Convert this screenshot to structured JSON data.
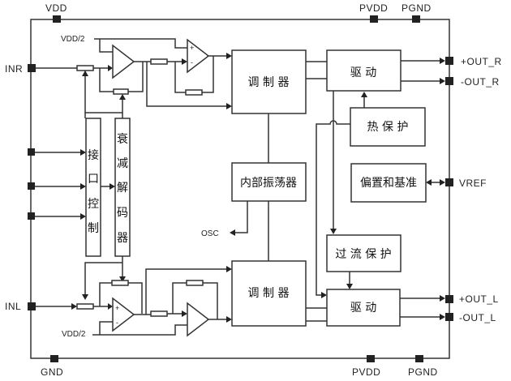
{
  "diagram": {
    "title": "Class-D stereo audio amplifier block diagram",
    "pins": {
      "vdd_top": "VDD",
      "pvdd_top": "PVDD",
      "pgnd_top": "PGND",
      "inr": "INR",
      "inl": "INL",
      "gnd": "GND",
      "pvdd_bottom": "PVDD",
      "pgnd_bottom": "PGND",
      "out_r_pos": "+OUT_R",
      "out_r_neg": "-OUT_R",
      "out_l_pos": "+OUT_L",
      "out_l_neg": "-OUT_L",
      "vref": "VREF",
      "osc": "OSC"
    },
    "labels": {
      "vdd_half_top": "VDD/2",
      "vdd_half_bottom": "VDD/2",
      "plus": "+",
      "minus": "-"
    },
    "blocks": {
      "modulator_r": "调 制 器",
      "modulator_l": "调 制 器",
      "driver_r": "驱 动",
      "driver_l": "驱 动",
      "thermal_protect": "热 保 护",
      "bias_reference": "偏置和基准",
      "oscillator": "内部振荡器",
      "overcurrent_protect": "过 流 保 护",
      "interface_control": [
        "接",
        "口",
        "控",
        "制"
      ],
      "attenuation_decoder": [
        "衰",
        "减",
        "解",
        "码",
        "器"
      ]
    }
  }
}
